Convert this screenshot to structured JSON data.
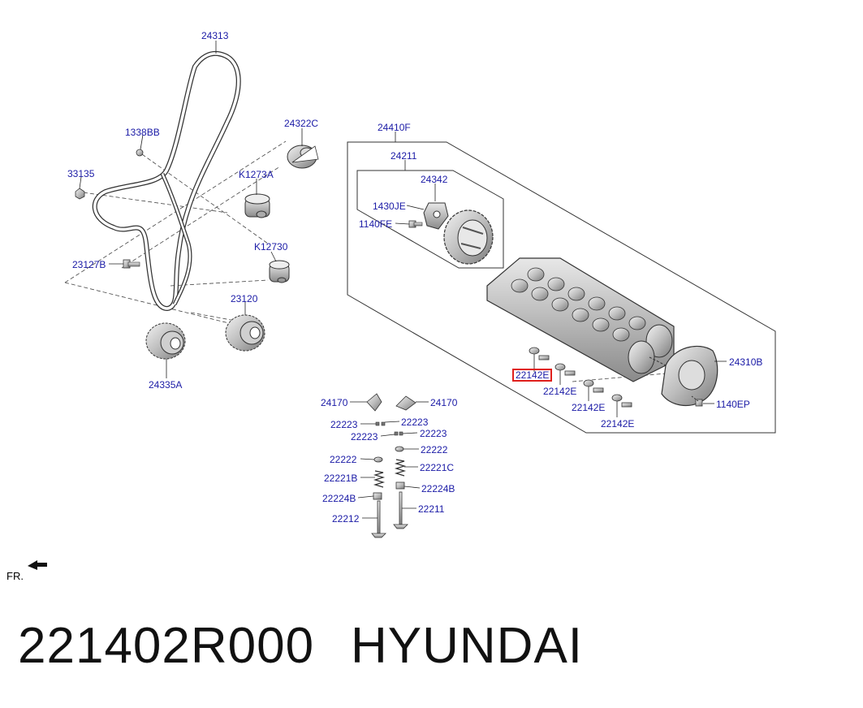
{
  "labels": {
    "belt": "24313",
    "bolt_1338": "1338BB",
    "nut_33135": "33135",
    "tensioner": "24322C",
    "idler_k1273a": "K1273A",
    "idler_k12730": "K12730",
    "bolt_23127": "23127B",
    "sprocket_23120": "23120",
    "sprocket_24335": "24335A",
    "head_assy": "24410F",
    "camshaft_assy": "24211",
    "sensor_wheel": "24342",
    "screw_1430": "1430JE",
    "bolt_1140fe": "1140FE",
    "cover_24310": "24310B",
    "bolt_1140ep": "1140EP",
    "rocker_l": "24170",
    "rocker_r": "24170",
    "key_l1": "22223",
    "key_r1": "22223",
    "key_l2": "22223",
    "key_r2": "22223",
    "retainer_l": "22222",
    "retainer_r": "22222",
    "spring_l": "22221B",
    "spring_r": "22221C",
    "seat_l": "22224B",
    "seat_r": "22224B",
    "valve_l": "22212",
    "valve_r": "22211",
    "lifter_hl": "22142E",
    "lifter_2": "22142E",
    "lifter_3": "22142E",
    "lifter_4": "22142E"
  },
  "direction_label": "FR.",
  "footer": {
    "part_number": "221402R000",
    "brand": "HYUNDAI"
  },
  "colors": {
    "label": "#1a1aa6",
    "highlight": "#e0201c",
    "line": "#222222"
  }
}
